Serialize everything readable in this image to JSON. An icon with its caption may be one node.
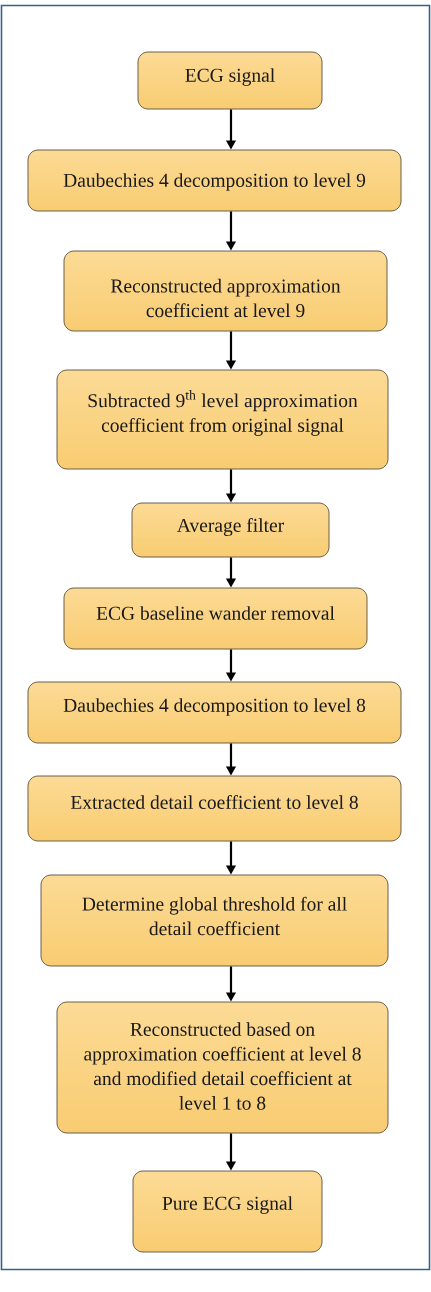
{
  "diagram": {
    "nodes": [
      {
        "text": [
          "ECG signal"
        ]
      },
      {
        "text": [
          "Daubechies 4 decomposition to level 9"
        ]
      },
      {
        "text": [
          "Reconstructed approximation coefficient at level 9"
        ]
      },
      {
        "text": [
          "Subtracted 9$^{th}$ level approximation coefficient from original signal"
        ]
      },
      {
        "text": [
          "Average filter"
        ]
      },
      {
        "text": [
          "ECG baseline wander removal"
        ]
      },
      {
        "text": [
          "Daubechies 4 decomposition to level 8"
        ]
      },
      {
        "text": [
          "Extracted detail coefficient to level 8"
        ]
      },
      {
        "text": [
          "Determine global threshold for all detail coefficient"
        ]
      },
      {
        "text": [
          "Reconstructed based on approximation coefficient at level 8 and modified detail coefficient at level 1 to 8"
        ]
      },
      {
        "text": [
          "Pure ECG signal"
        ]
      }
    ],
    "edges": [
      {
        "from": 0,
        "to": 1,
        "arrow": "to"
      },
      {
        "from": 1,
        "to": 2,
        "arrow": "to"
      },
      {
        "from": 2,
        "to": 3,
        "arrow": "to"
      },
      {
        "from": 3,
        "to": 4,
        "arrow": "to"
      },
      {
        "from": 4,
        "to": 5,
        "arrow": "to"
      },
      {
        "from": 5,
        "to": 6,
        "arrow": "to"
      },
      {
        "from": 6,
        "to": 7,
        "arrow": "to"
      },
      {
        "from": 7,
        "to": 8,
        "arrow": "to"
      },
      {
        "from": 8,
        "to": 9,
        "arrow": "to"
      },
      {
        "from": 9,
        "to": 10,
        "arrow": "to"
      }
    ]
  }
}
